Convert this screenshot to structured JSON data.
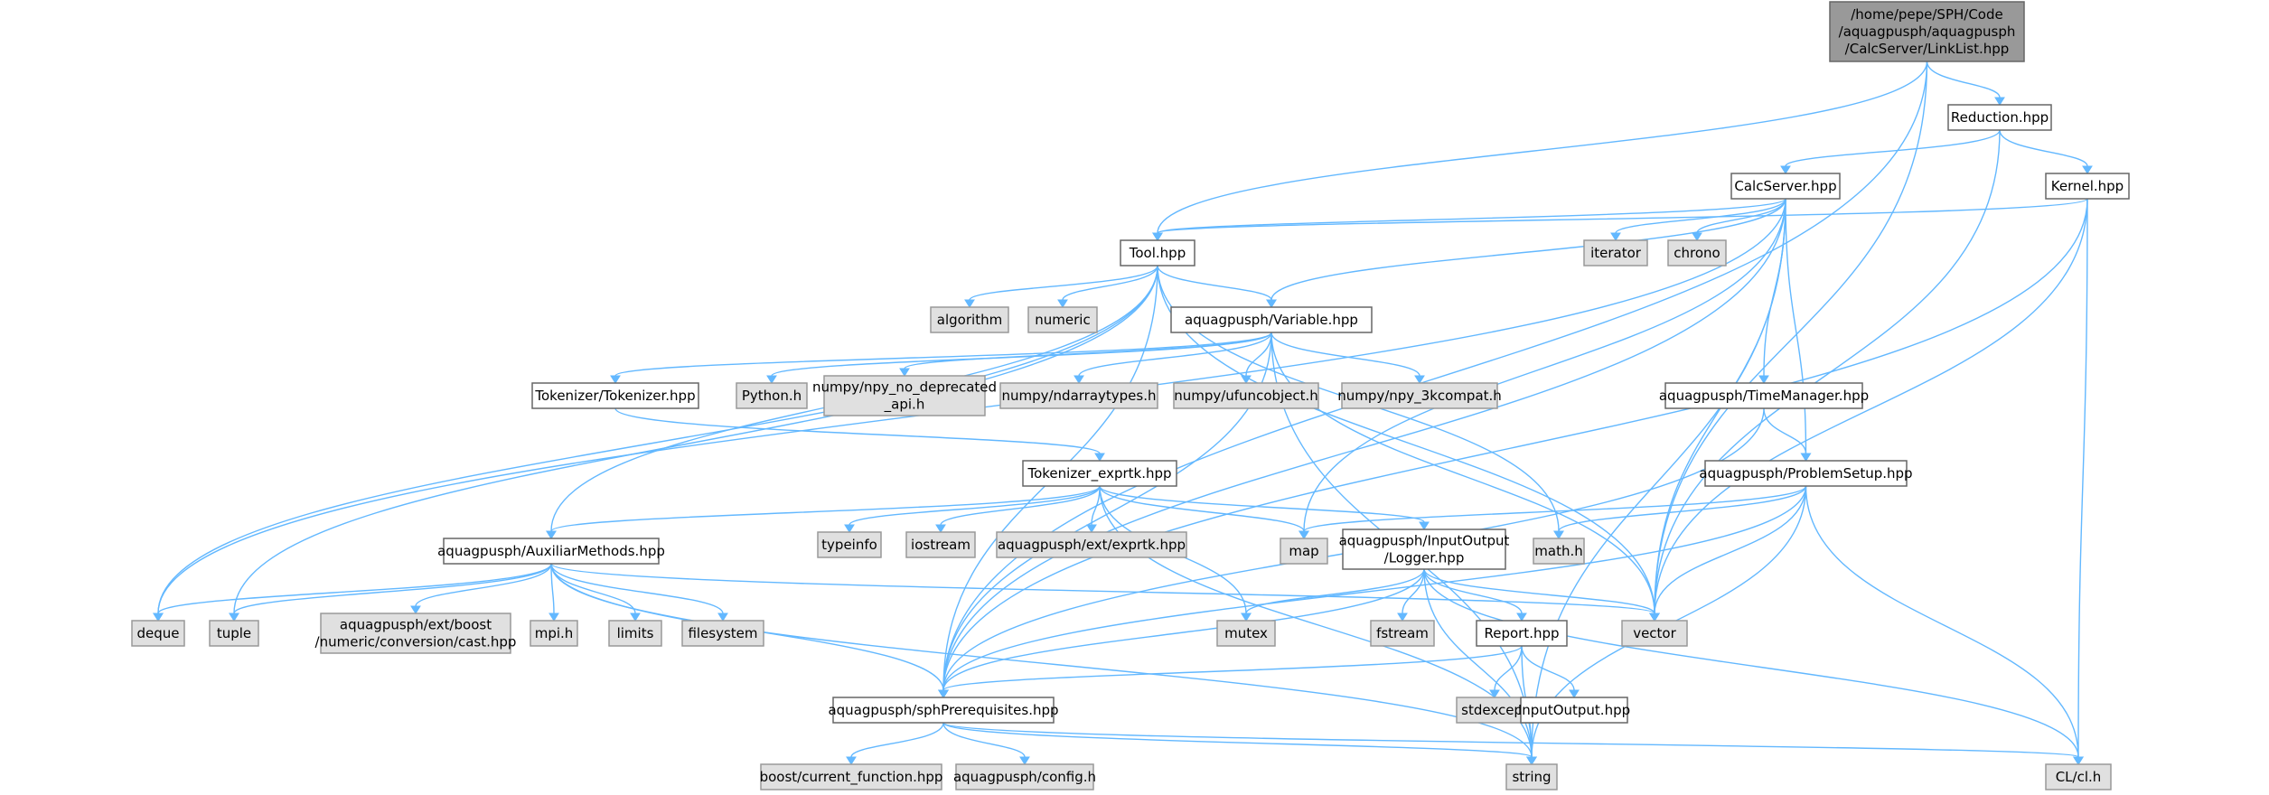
{
  "nodes": [
    {
      "id": "root",
      "kind": "root",
      "lines": [
        "/home/pepe/SPH/Code",
        "/aquagpusph/aquagpusph",
        "/CalcServer/LinkList.hpp"
      ]
    },
    {
      "id": "reduction",
      "kind": "hdr",
      "lines": [
        "Reduction.hpp"
      ]
    },
    {
      "id": "calcserver",
      "kind": "hdr",
      "lines": [
        "CalcServer.hpp"
      ]
    },
    {
      "id": "kernel",
      "kind": "hdr",
      "lines": [
        "Kernel.hpp"
      ]
    },
    {
      "id": "tool",
      "kind": "hdr",
      "lines": [
        "Tool.hpp"
      ]
    },
    {
      "id": "iterator",
      "kind": "dim",
      "lines": [
        "iterator"
      ]
    },
    {
      "id": "chrono",
      "kind": "dim",
      "lines": [
        "chrono"
      ]
    },
    {
      "id": "algorithm",
      "kind": "dim",
      "lines": [
        "algorithm"
      ]
    },
    {
      "id": "numeric",
      "kind": "dim",
      "lines": [
        "numeric"
      ]
    },
    {
      "id": "variable",
      "kind": "hdr",
      "lines": [
        "aquagpusph/Variable.hpp"
      ]
    },
    {
      "id": "tokenizer",
      "kind": "hdr",
      "lines": [
        "Tokenizer/Tokenizer.hpp"
      ]
    },
    {
      "id": "python",
      "kind": "dim",
      "lines": [
        "Python.h"
      ]
    },
    {
      "id": "npy_nodep",
      "kind": "dim",
      "lines": [
        "numpy/npy_no_deprecated",
        "_api.h"
      ]
    },
    {
      "id": "ndarraytypes",
      "kind": "dim",
      "lines": [
        "numpy/ndarraytypes.h"
      ]
    },
    {
      "id": "ufuncobject",
      "kind": "dim",
      "lines": [
        "numpy/ufuncobject.h"
      ]
    },
    {
      "id": "npy3k",
      "kind": "dim",
      "lines": [
        "numpy/npy_3kcompat.h"
      ]
    },
    {
      "id": "timemanager",
      "kind": "hdr",
      "lines": [
        "aquagpusph/TimeManager.hpp"
      ]
    },
    {
      "id": "exprtk",
      "kind": "hdr",
      "lines": [
        "Tokenizer_exprtk.hpp"
      ]
    },
    {
      "id": "problemsetup",
      "kind": "hdr",
      "lines": [
        "aquagpusph/ProblemSetup.hpp"
      ]
    },
    {
      "id": "auxiliar",
      "kind": "hdr",
      "lines": [
        "aquagpusph/AuxiliarMethods.hpp"
      ]
    },
    {
      "id": "typeinfo",
      "kind": "dim",
      "lines": [
        "typeinfo"
      ]
    },
    {
      "id": "iostream",
      "kind": "dim",
      "lines": [
        "iostream"
      ]
    },
    {
      "id": "extexprtk",
      "kind": "dim",
      "lines": [
        "aquagpusph/ext/exprtk.hpp"
      ]
    },
    {
      "id": "logger",
      "kind": "hdr",
      "lines": [
        "aquagpusph/InputOutput",
        "/Logger.hpp"
      ]
    },
    {
      "id": "map",
      "kind": "dim",
      "lines": [
        "map"
      ]
    },
    {
      "id": "math",
      "kind": "dim",
      "lines": [
        "math.h"
      ]
    },
    {
      "id": "deque",
      "kind": "dim",
      "lines": [
        "deque"
      ]
    },
    {
      "id": "tuple",
      "kind": "dim",
      "lines": [
        "tuple"
      ]
    },
    {
      "id": "boostcast",
      "kind": "dim",
      "lines": [
        "aquagpusph/ext/boost",
        "/numeric/conversion/cast.hpp"
      ]
    },
    {
      "id": "mpi",
      "kind": "dim",
      "lines": [
        "mpi.h"
      ]
    },
    {
      "id": "limits",
      "kind": "dim",
      "lines": [
        "limits"
      ]
    },
    {
      "id": "filesystem",
      "kind": "dim",
      "lines": [
        "filesystem"
      ]
    },
    {
      "id": "mutex",
      "kind": "dim",
      "lines": [
        "mutex"
      ]
    },
    {
      "id": "fstream",
      "kind": "dim",
      "lines": [
        "fstream"
      ]
    },
    {
      "id": "report",
      "kind": "hdr",
      "lines": [
        "Report.hpp"
      ]
    },
    {
      "id": "vector",
      "kind": "dim",
      "lines": [
        "vector"
      ]
    },
    {
      "id": "sphprereq",
      "kind": "hdr",
      "lines": [
        "aquagpusph/sphPrerequisites.hpp"
      ]
    },
    {
      "id": "stdexcept",
      "kind": "dim",
      "lines": [
        "stdexcept"
      ]
    },
    {
      "id": "inputoutput",
      "kind": "hdr",
      "lines": [
        "InputOutput.hpp"
      ]
    },
    {
      "id": "boostcurfn",
      "kind": "dim",
      "lines": [
        "boost/current_function.hpp"
      ]
    },
    {
      "id": "config",
      "kind": "dim",
      "lines": [
        "aquagpusph/config.h"
      ]
    },
    {
      "id": "string",
      "kind": "dim",
      "lines": [
        "string"
      ]
    },
    {
      "id": "clh",
      "kind": "dim",
      "lines": [
        "CL/cl.h"
      ]
    }
  ],
  "edges": [
    [
      "root",
      "reduction"
    ],
    [
      "root",
      "tool"
    ],
    [
      "root",
      "sphprereq"
    ],
    [
      "root",
      "vector"
    ],
    [
      "reduction",
      "calcserver"
    ],
    [
      "reduction",
      "kernel"
    ],
    [
      "reduction",
      "vector"
    ],
    [
      "calcserver",
      "tool"
    ],
    [
      "calcserver",
      "iterator"
    ],
    [
      "calcserver",
      "chrono"
    ],
    [
      "calcserver",
      "variable"
    ],
    [
      "calcserver",
      "timemanager"
    ],
    [
      "calcserver",
      "problemsetup"
    ],
    [
      "calcserver",
      "map"
    ],
    [
      "calcserver",
      "vector"
    ],
    [
      "calcserver",
      "string"
    ],
    [
      "calcserver",
      "deque"
    ],
    [
      "calcserver",
      "sphprereq"
    ],
    [
      "kernel",
      "tool"
    ],
    [
      "kernel",
      "vector"
    ],
    [
      "kernel",
      "clh"
    ],
    [
      "kernel",
      "sphprereq"
    ],
    [
      "tool",
      "algorithm"
    ],
    [
      "tool",
      "numeric"
    ],
    [
      "tool",
      "variable"
    ],
    [
      "tool",
      "auxiliar"
    ],
    [
      "tool",
      "math"
    ],
    [
      "tool",
      "vector"
    ],
    [
      "tool",
      "deque"
    ],
    [
      "tool",
      "tuple"
    ],
    [
      "tool",
      "sphprereq"
    ],
    [
      "variable",
      "tokenizer"
    ],
    [
      "variable",
      "python"
    ],
    [
      "variable",
      "npy_nodep"
    ],
    [
      "variable",
      "ndarraytypes"
    ],
    [
      "variable",
      "ufuncobject"
    ],
    [
      "variable",
      "npy3k"
    ],
    [
      "variable",
      "vector"
    ],
    [
      "variable",
      "string"
    ],
    [
      "variable",
      "sphprereq"
    ],
    [
      "tokenizer",
      "exprtk"
    ],
    [
      "timemanager",
      "problemsetup"
    ],
    [
      "timemanager",
      "sphprereq"
    ],
    [
      "exprtk",
      "auxiliar"
    ],
    [
      "exprtk",
      "typeinfo"
    ],
    [
      "exprtk",
      "iostream"
    ],
    [
      "exprtk",
      "extexprtk"
    ],
    [
      "exprtk",
      "logger"
    ],
    [
      "exprtk",
      "map"
    ],
    [
      "exprtk",
      "mutex"
    ],
    [
      "exprtk",
      "string"
    ],
    [
      "problemsetup",
      "map"
    ],
    [
      "problemsetup",
      "math"
    ],
    [
      "problemsetup",
      "vector"
    ],
    [
      "problemsetup",
      "string"
    ],
    [
      "problemsetup",
      "clh"
    ],
    [
      "problemsetup",
      "sphprereq"
    ],
    [
      "auxiliar",
      "deque"
    ],
    [
      "auxiliar",
      "tuple"
    ],
    [
      "auxiliar",
      "boostcast"
    ],
    [
      "auxiliar",
      "mpi"
    ],
    [
      "auxiliar",
      "limits"
    ],
    [
      "auxiliar",
      "filesystem"
    ],
    [
      "auxiliar",
      "vector"
    ],
    [
      "auxiliar",
      "string"
    ],
    [
      "auxiliar",
      "sphprereq"
    ],
    [
      "logger",
      "mutex"
    ],
    [
      "logger",
      "fstream"
    ],
    [
      "logger",
      "report"
    ],
    [
      "logger",
      "vector"
    ],
    [
      "logger",
      "string"
    ],
    [
      "logger",
      "clh"
    ],
    [
      "logger",
      "sphprereq"
    ],
    [
      "report",
      "stdexcept"
    ],
    [
      "report",
      "inputoutput"
    ],
    [
      "report",
      "string"
    ],
    [
      "report",
      "sphprereq"
    ],
    [
      "sphprereq",
      "boostcurfn"
    ],
    [
      "sphprereq",
      "config"
    ],
    [
      "sphprereq",
      "string"
    ],
    [
      "sphprereq",
      "clh"
    ]
  ]
}
